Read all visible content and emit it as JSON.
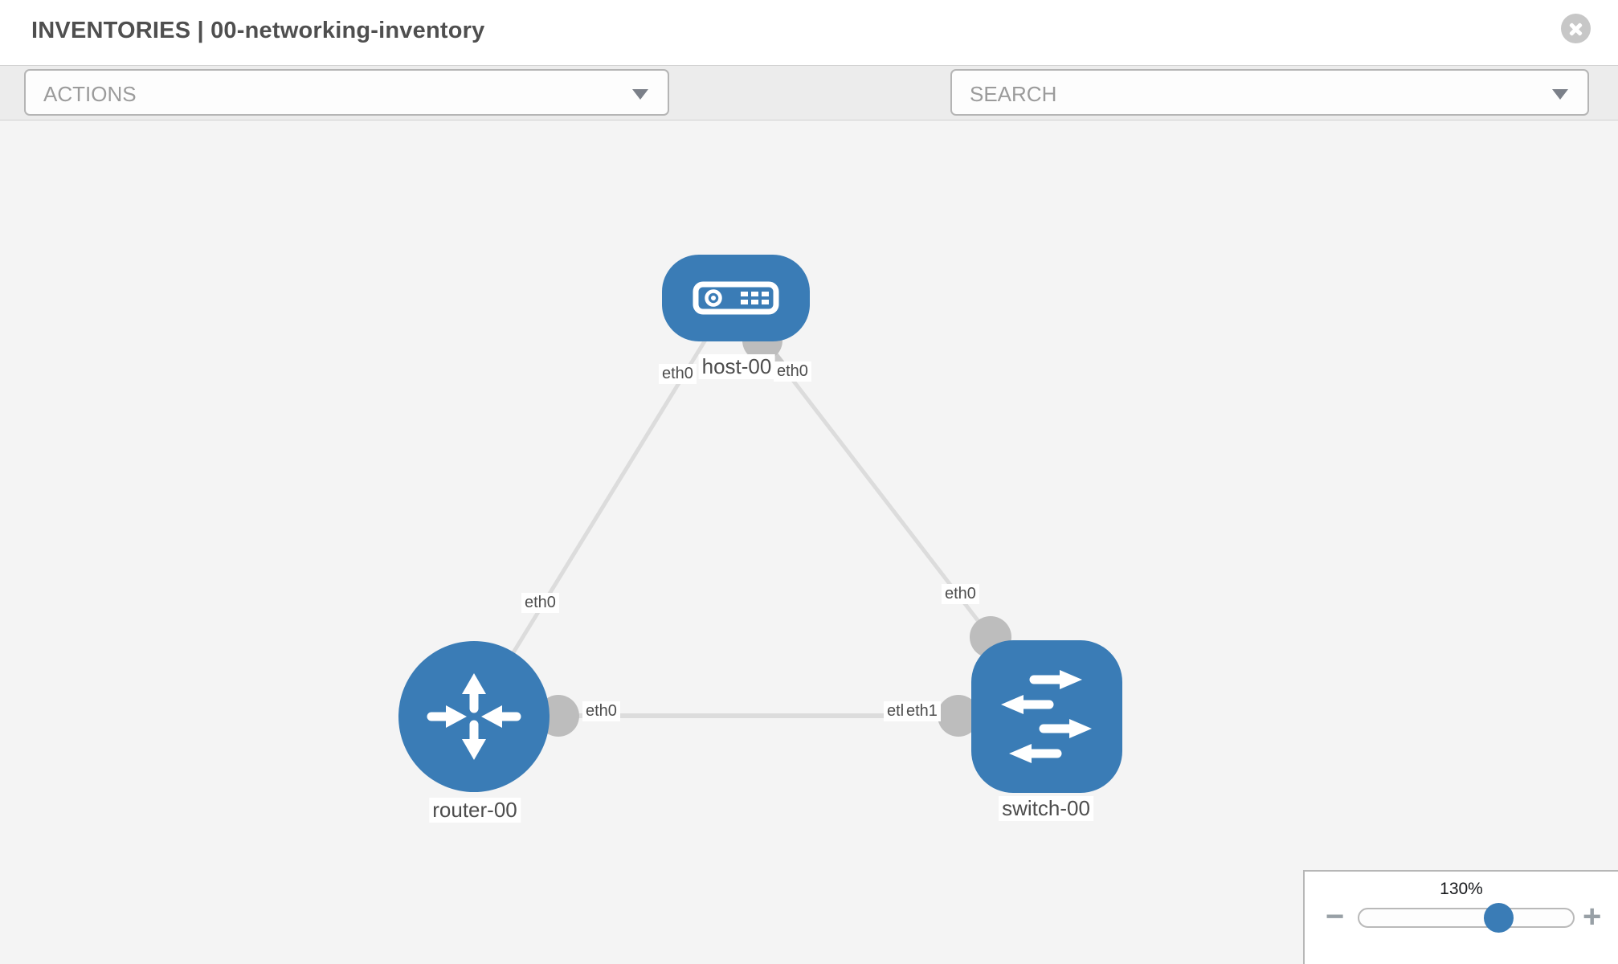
{
  "header": {
    "title": "INVENTORIES | 00-networking-inventory"
  },
  "toolbar": {
    "actions_label": "ACTIONS",
    "search_placeholder": "SEARCH",
    "icons": {
      "wrench": "wrench-icon",
      "key": "key-icon"
    }
  },
  "canvas": {
    "nodes": [
      {
        "id": "host-00",
        "label": "host-00",
        "type": "host",
        "icon": "host-icon"
      },
      {
        "id": "router-00",
        "label": "router-00",
        "type": "router",
        "icon": "router-icon"
      },
      {
        "id": "switch-00",
        "label": "switch-00",
        "type": "switch",
        "icon": "switch-icon"
      }
    ],
    "links": [
      {
        "source": "host-00",
        "target": "router-00",
        "source_interface": "eth0",
        "target_interface": "eth0"
      },
      {
        "source": "host-00",
        "target": "switch-00",
        "source_interface": "eth0",
        "target_interface": "eth0"
      },
      {
        "source": "router-00",
        "target": "switch-00",
        "source_interface": "eth0",
        "target_interface": "eth1"
      }
    ],
    "interface_labels": {
      "host_left": "eth0",
      "host_right": "eth0",
      "mid_left": "eth0",
      "switch_top": "eth0",
      "router_right": "eth0",
      "switch_left_under": "eth0",
      "switch_left_over": "eth1"
    }
  },
  "zoom_control": {
    "level": "130%",
    "minus_label": "−",
    "plus_label": "+",
    "slider_percent": 65
  },
  "colors": {
    "node_blue": "#3a7cb6",
    "link_gray": "#dcdcdc",
    "port_gray": "#bdbdbd",
    "canvas_bg": "#f4f4f4",
    "toolbar_bg": "#ececec",
    "handle_blue": "#3a7cb6"
  }
}
